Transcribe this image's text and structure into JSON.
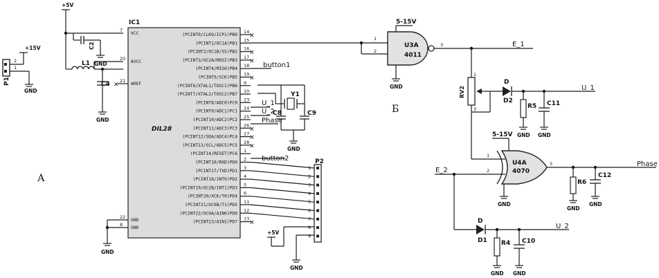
{
  "sections": {
    "a": "А",
    "b": "Б"
  },
  "ic1": {
    "ref": "IC1",
    "part": "DIL28",
    "left_pins": [
      {
        "num": "7",
        "name": "VCC"
      },
      {
        "num": "20",
        "name": "AVCC"
      },
      {
        "num": "21",
        "name": "AREF"
      },
      {
        "num": "22",
        "name": "GND"
      },
      {
        "num": "8",
        "name": "GND"
      }
    ],
    "right_pins": [
      {
        "num": "14",
        "name": "(PCINT0/CLKO/ICP1)PB0"
      },
      {
        "num": "15",
        "name": "(PCINT1/OC1A)PB1"
      },
      {
        "num": "16",
        "name": "(PCINT2/OC1B/SS)PB2"
      },
      {
        "num": "17",
        "name": "(PCINT3/OC2A/MOSI)PB3"
      },
      {
        "num": "18",
        "name": "(PCINT4/MISO)PB4"
      },
      {
        "num": "19",
        "name": "(PCINT5/SCK)PB5"
      },
      {
        "num": "9",
        "name": "(PCINT6/XTAL1/TOSC1)PB6"
      },
      {
        "num": "10",
        "name": "(PCINT7/XTAL2/TOSC2)PB7"
      },
      {
        "num": "23",
        "name": "(PCINT8/ADC0)PC0"
      },
      {
        "num": "24",
        "name": "(PCINT9/ADC1)PC1"
      },
      {
        "num": "25",
        "name": "(PCINT10/ADC2)PC2"
      },
      {
        "num": "26",
        "name": "(PCINT11/ADC3)PC3"
      },
      {
        "num": "27",
        "name": "(PCINT12/SDA/ADC4)PC4"
      },
      {
        "num": "28",
        "name": "(PCINT13/SCL/ADC5)PC5"
      },
      {
        "num": "1",
        "name": "(PCINT14/RESET)PC6"
      },
      {
        "num": "2",
        "name": "(PCINT16/RXD)PD0"
      },
      {
        "num": "3",
        "name": "(PCINT17/TXD)PD1"
      },
      {
        "num": "4",
        "name": "(PCINT18/INT0)PD2"
      },
      {
        "num": "5",
        "name": "(PCINT19/OC2B/INT1)PD3"
      },
      {
        "num": "6",
        "name": "(PCINT20/XCK/T0)PD4"
      },
      {
        "num": "11",
        "name": "(PCINT21/OC0B/T1)PD5"
      },
      {
        "num": "12",
        "name": "(PCINT22/OC0A/AIN0)PD6"
      },
      {
        "num": "13",
        "name": "(PCINT23/AIN1)PD7"
      }
    ]
  },
  "nets": {
    "button1": "button1",
    "button2": "button2",
    "u1": "U_1",
    "u2": "U_2",
    "phase": "Phase",
    "e1": "E_1",
    "e2": "E_2",
    "plus5": "+5V",
    "plus15": "+15V",
    "v515": "5-15V",
    "gnd": "GND"
  },
  "parts": {
    "p1": "P1",
    "p2": "P2",
    "c2": "C2",
    "l1": "L1",
    "c4": "C4",
    "y1": "Y1",
    "c8": "C8",
    "c9": "C9",
    "u3a": "U3A",
    "u3a_val": "4011",
    "u4a": "U4A",
    "u4a_val": "4070",
    "rv2": "RV2",
    "d": "D",
    "d2": "D2",
    "r5": "R5",
    "c11": "C11",
    "r6": "R6",
    "c12": "C12",
    "d1": "D1",
    "r4": "R4",
    "c10": "C10"
  },
  "pin_numbers": {
    "p1": [
      "2",
      "1"
    ],
    "p2": [
      "1",
      "2",
      "3",
      "4",
      "5",
      "6",
      "7",
      "8",
      "9"
    ],
    "u3a": [
      "1",
      "2",
      "3"
    ],
    "u4a": [
      "1",
      "2",
      "3"
    ]
  },
  "no_connect_mark": "✕"
}
